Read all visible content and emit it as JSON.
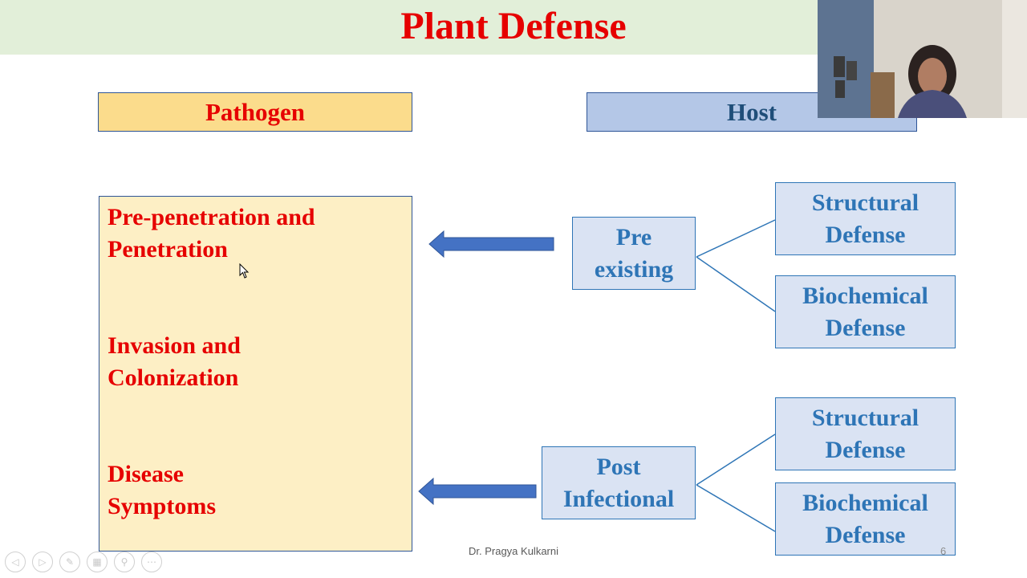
{
  "slide": {
    "title": "Plant Defense",
    "footer_author": "Dr. Pragya Kulkarni",
    "slide_number": "6"
  },
  "pathogen": {
    "header": "Pathogen",
    "stages": [
      "Pre-penetration and\nPenetration",
      "Invasion and\nColonization",
      "Disease\nSymptoms"
    ]
  },
  "host": {
    "header": "Host",
    "pre_existing": {
      "label": "Pre\nexisting",
      "children": [
        "Structural\nDefense",
        "Biochemical\nDefense"
      ]
    },
    "post_infectional": {
      "label": "Post\nInfectional",
      "children": [
        "Structural\nDefense",
        "Biochemical\nDefense"
      ]
    }
  },
  "toolbar_icons": [
    "previous-icon",
    "next-icon",
    "pen-icon",
    "slides-icon",
    "zoom-icon",
    "more-icon"
  ],
  "colors": {
    "title_red": "#e60000",
    "host_blue": "#2e75b6",
    "arrow_blue": "#4472c4",
    "title_band": "#e2efd9",
    "pathogen_fill": "#fdefc5"
  }
}
